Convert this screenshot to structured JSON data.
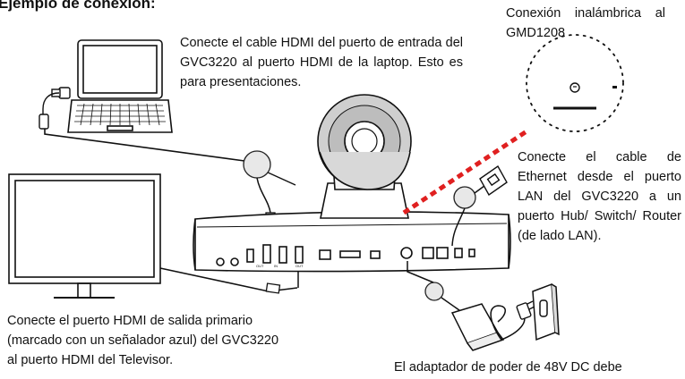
{
  "title": "Ejemplo de conexión:",
  "captions": {
    "laptop": "Conecte el cable HDMI del puerto de entrada del GVC3220 al puerto HDMI de la laptop. Esto es para presentaciones.",
    "wireless": "Conexión inalámbrica al GMD1208",
    "ethernet": "Conecte el cable de Ethernet desde el puerto LAN del GVC3220 a un puerto Hub/ Switch/ Router (de lado LAN).",
    "tv": "Conecte el puerto HDMI de salida primario (marcado con un señalador azul) del GVC3220 al puerto HDMI del Televisor.",
    "power": "El adaptador de poder de 48V DC debe"
  },
  "colors": {
    "wireless_link": "#e02020",
    "zoom_callout": "#e8e8e8"
  }
}
